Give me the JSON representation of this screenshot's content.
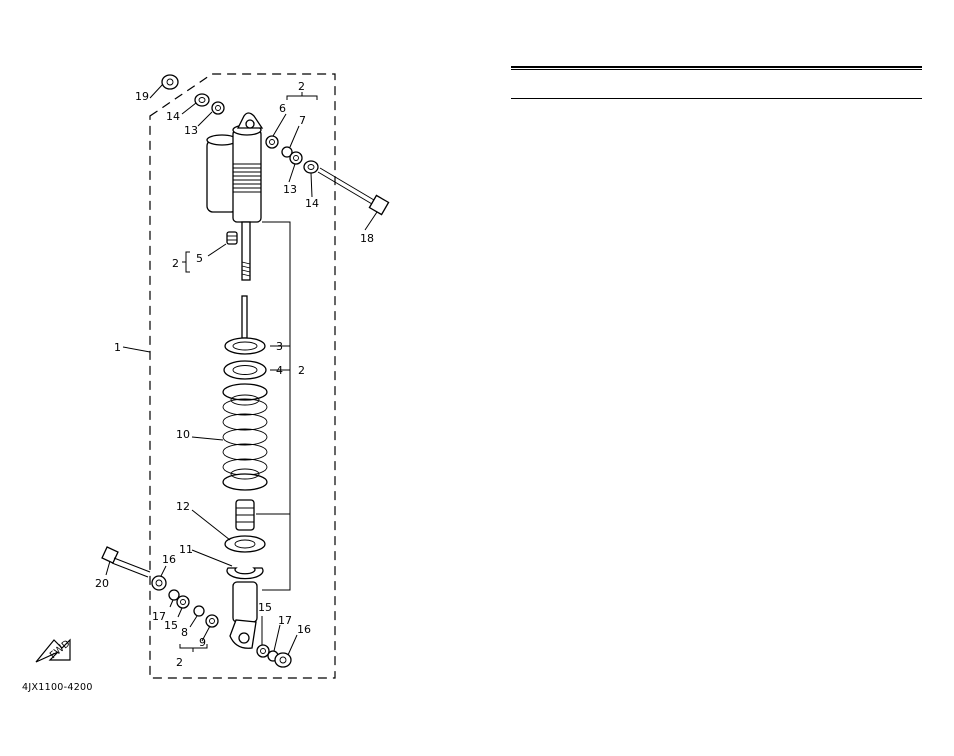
{
  "diagram": {
    "catalog_code": "4JX1100-4200",
    "fwd_label": "FWD",
    "callouts": {
      "c1": "1",
      "c2a": "2",
      "c2b": "2",
      "c2c": "2",
      "c2d": "2",
      "c3": "3",
      "c4": "4",
      "c5": "5",
      "c6": "6",
      "c7": "7",
      "c8": "8",
      "c9": "9",
      "c10": "10",
      "c11": "11",
      "c12": "12",
      "c13a": "13",
      "c13b": "13",
      "c14a": "14",
      "c14b": "14",
      "c15a": "15",
      "c15b": "15",
      "c16a": "16",
      "c16b": "16",
      "c17a": "17",
      "c17b": "17",
      "c18": "18",
      "c19": "19",
      "c20": "20"
    }
  },
  "parts_table": {
    "header_rules": 2,
    "rows": []
  }
}
